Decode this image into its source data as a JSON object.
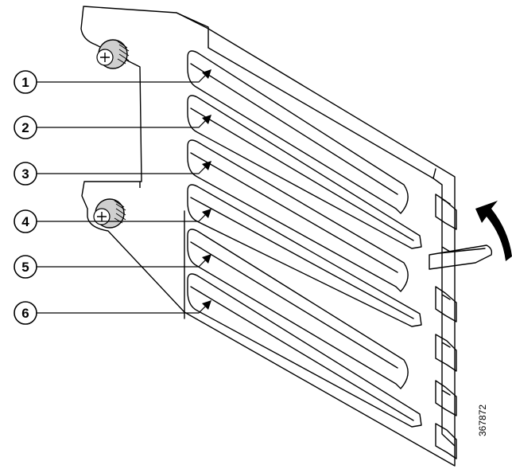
{
  "callouts": [
    {
      "number": "1"
    },
    {
      "number": "2"
    },
    {
      "number": "3"
    },
    {
      "number": "4"
    },
    {
      "number": "5"
    },
    {
      "number": "6"
    }
  ],
  "figure_id": "367872",
  "colors": {
    "line": "#000000",
    "screw_fill": "#cfcfcf",
    "background": "#ffffff"
  }
}
